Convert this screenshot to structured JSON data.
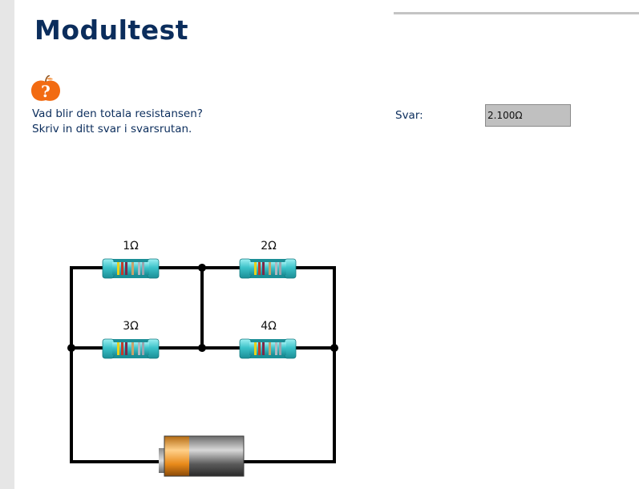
{
  "page": {
    "title": "Modultest"
  },
  "question": {
    "line1": "Vad blir den totala resistansen?",
    "line2": "Skriv in ditt svar i svarsrutan."
  },
  "answer": {
    "label": "Svar:",
    "value": "2.100Ω"
  },
  "circuit": {
    "resistors": [
      {
        "label": "1Ω"
      },
      {
        "label": "2Ω"
      },
      {
        "label": "3Ω"
      },
      {
        "label": "4Ω"
      }
    ]
  },
  "icons": {
    "help": "question-apple-icon",
    "battery": "battery-icon"
  },
  "colors": {
    "title": "#0b2d5c",
    "text": "#0b2d5c",
    "icon_orange": "#f26b12",
    "resistor_teal": "#3cc3c9",
    "input_bg": "#c0c0c0"
  }
}
